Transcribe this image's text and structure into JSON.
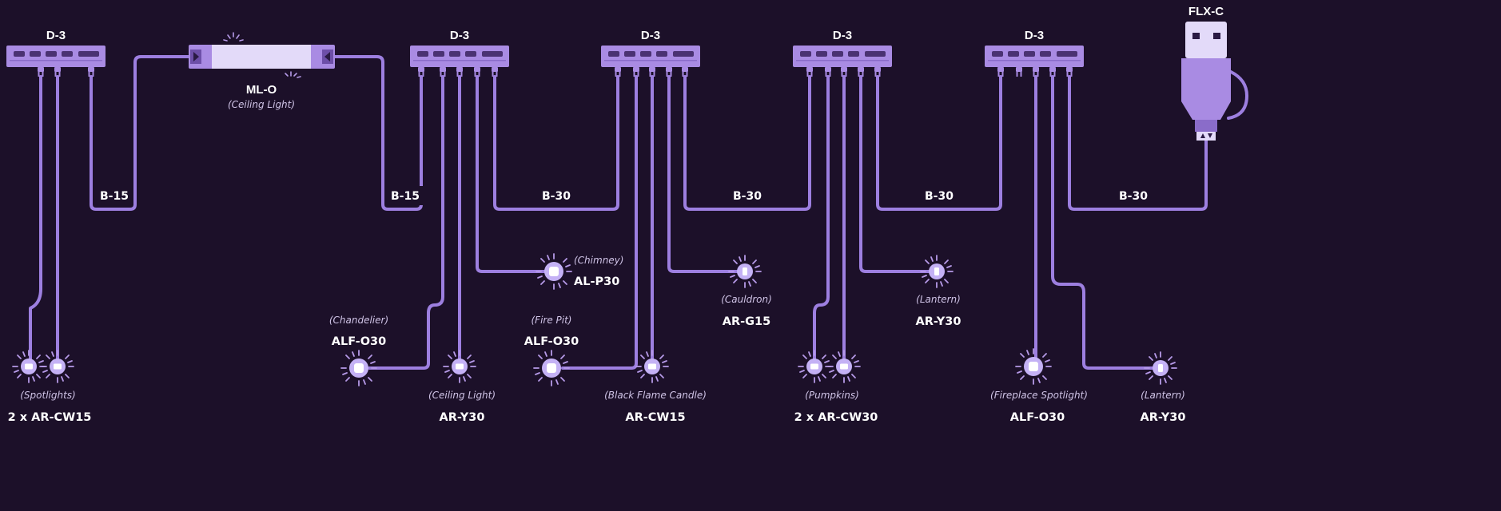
{
  "colors": {
    "background": "#1c1029",
    "wire": "#9d7fe0",
    "device_body": "#a98be3",
    "device_slot": "#4a3272",
    "light_glow": "#c4b1f5",
    "text": "#ffffff",
    "note_text": "#cfc3e6"
  },
  "controller": {
    "label": "FLX-C",
    "icon": "usb-plug-icon"
  },
  "main_light": {
    "label": "ML-O",
    "note": "(Ceiling Light)"
  },
  "hubs": [
    {
      "label": "D-3"
    },
    {
      "label": "D-3"
    },
    {
      "label": "D-3"
    },
    {
      "label": "D-3"
    },
    {
      "label": "D-3"
    }
  ],
  "cables": [
    {
      "label": "B-15"
    },
    {
      "label": "B-15"
    },
    {
      "label": "B-30"
    },
    {
      "label": "B-30"
    },
    {
      "label": "B-30"
    },
    {
      "label": "B-30"
    }
  ],
  "accessories": [
    {
      "label": "2 x AR-CW15",
      "note": "(Spotlights)"
    },
    {
      "label": "ALF-O30",
      "note": "(Chandelier)"
    },
    {
      "label": "AR-Y30",
      "note": "(Ceiling Light)"
    },
    {
      "label": "AL-P30",
      "note": "(Chimney)"
    },
    {
      "label": "ALF-O30",
      "note": "(Fire Pit)"
    },
    {
      "label": "AR-CW15",
      "note": "(Black Flame Candle)"
    },
    {
      "label": "AR-G15",
      "note": "(Cauldron)"
    },
    {
      "label": "2 x AR-CW30",
      "note": "(Pumpkins)"
    },
    {
      "label": "AR-Y30",
      "note": "(Lantern)"
    },
    {
      "label": "ALF-O30",
      "note": "(Fireplace Spotlight)"
    },
    {
      "label": "AR-Y30",
      "note": "(Lantern)"
    }
  ]
}
